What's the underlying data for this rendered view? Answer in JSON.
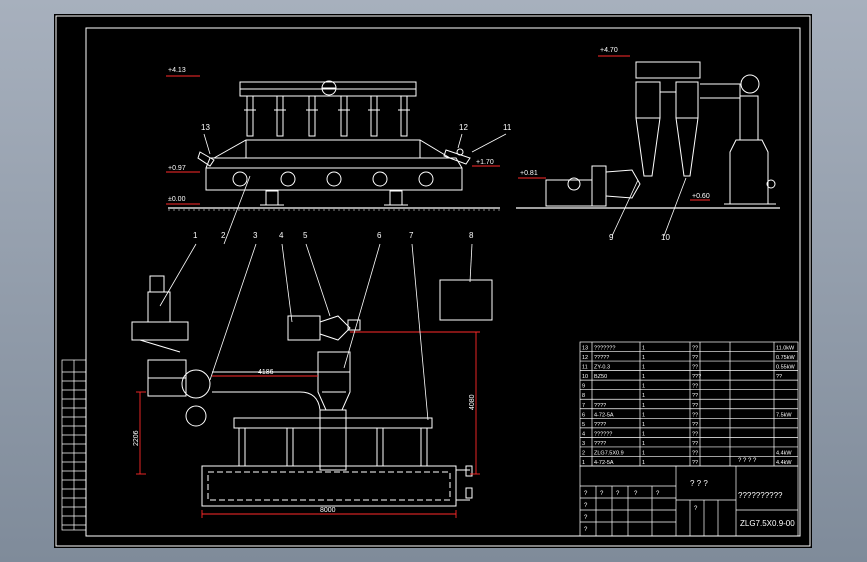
{
  "elevations": {
    "top_left": "+4.13",
    "mid_left": "+0.97",
    "ground_left": "±0.00",
    "top_right": "+4.70",
    "mid_right": "+0.81",
    "feed_right": "+1.70",
    "low_right": "+0.60"
  },
  "dimensions": {
    "length": "8000",
    "pipe_span": "4186",
    "height_vertical": "4080",
    "height_left": "2206"
  },
  "balloons": [
    "1",
    "2",
    "3",
    "4",
    "5",
    "6",
    "7",
    "8",
    "9",
    "10",
    "11",
    "12",
    "13"
  ],
  "parts_table": {
    "rows": [
      [
        "13",
        "???????",
        "1",
        "??",
        "",
        "11.0kW"
      ],
      [
        "12",
        "?????",
        "1",
        "??",
        "",
        "0.75kW"
      ],
      [
        "11",
        "ZY-0.3",
        "1",
        "??",
        "",
        "0.55kW"
      ],
      [
        "10",
        "BZ50",
        "1",
        "???",
        "",
        "??"
      ],
      [
        "9",
        "",
        "1",
        "??",
        "",
        ""
      ],
      [
        "8",
        "",
        "1",
        "??",
        "",
        ""
      ],
      [
        "7",
        "????",
        "1",
        "??",
        "",
        ""
      ],
      [
        "6",
        "4-72-5A",
        "1",
        "??",
        "",
        "7.5kW"
      ],
      [
        "5",
        "????",
        "1",
        "??",
        "",
        ""
      ],
      [
        "4",
        "??????",
        "1",
        "??",
        "",
        ""
      ],
      [
        "3",
        "????",
        "1",
        "??",
        "",
        ""
      ],
      [
        "2",
        "ZLG7.5X0.9",
        "1",
        "??",
        "",
        "4.4kW"
      ],
      [
        "1",
        "4-72-5A",
        "1",
        "??",
        "",
        "4.4kW"
      ]
    ]
  },
  "title_block": {
    "header_marks": "? ? ? ?",
    "name": "? ? ?",
    "subtitle": "??????????",
    "drawing_no": "ZLG7.5X0.9-00",
    "cells": [
      "?",
      "?",
      "?",
      "?",
      "?",
      "?",
      "?",
      "?",
      "?"
    ]
  }
}
